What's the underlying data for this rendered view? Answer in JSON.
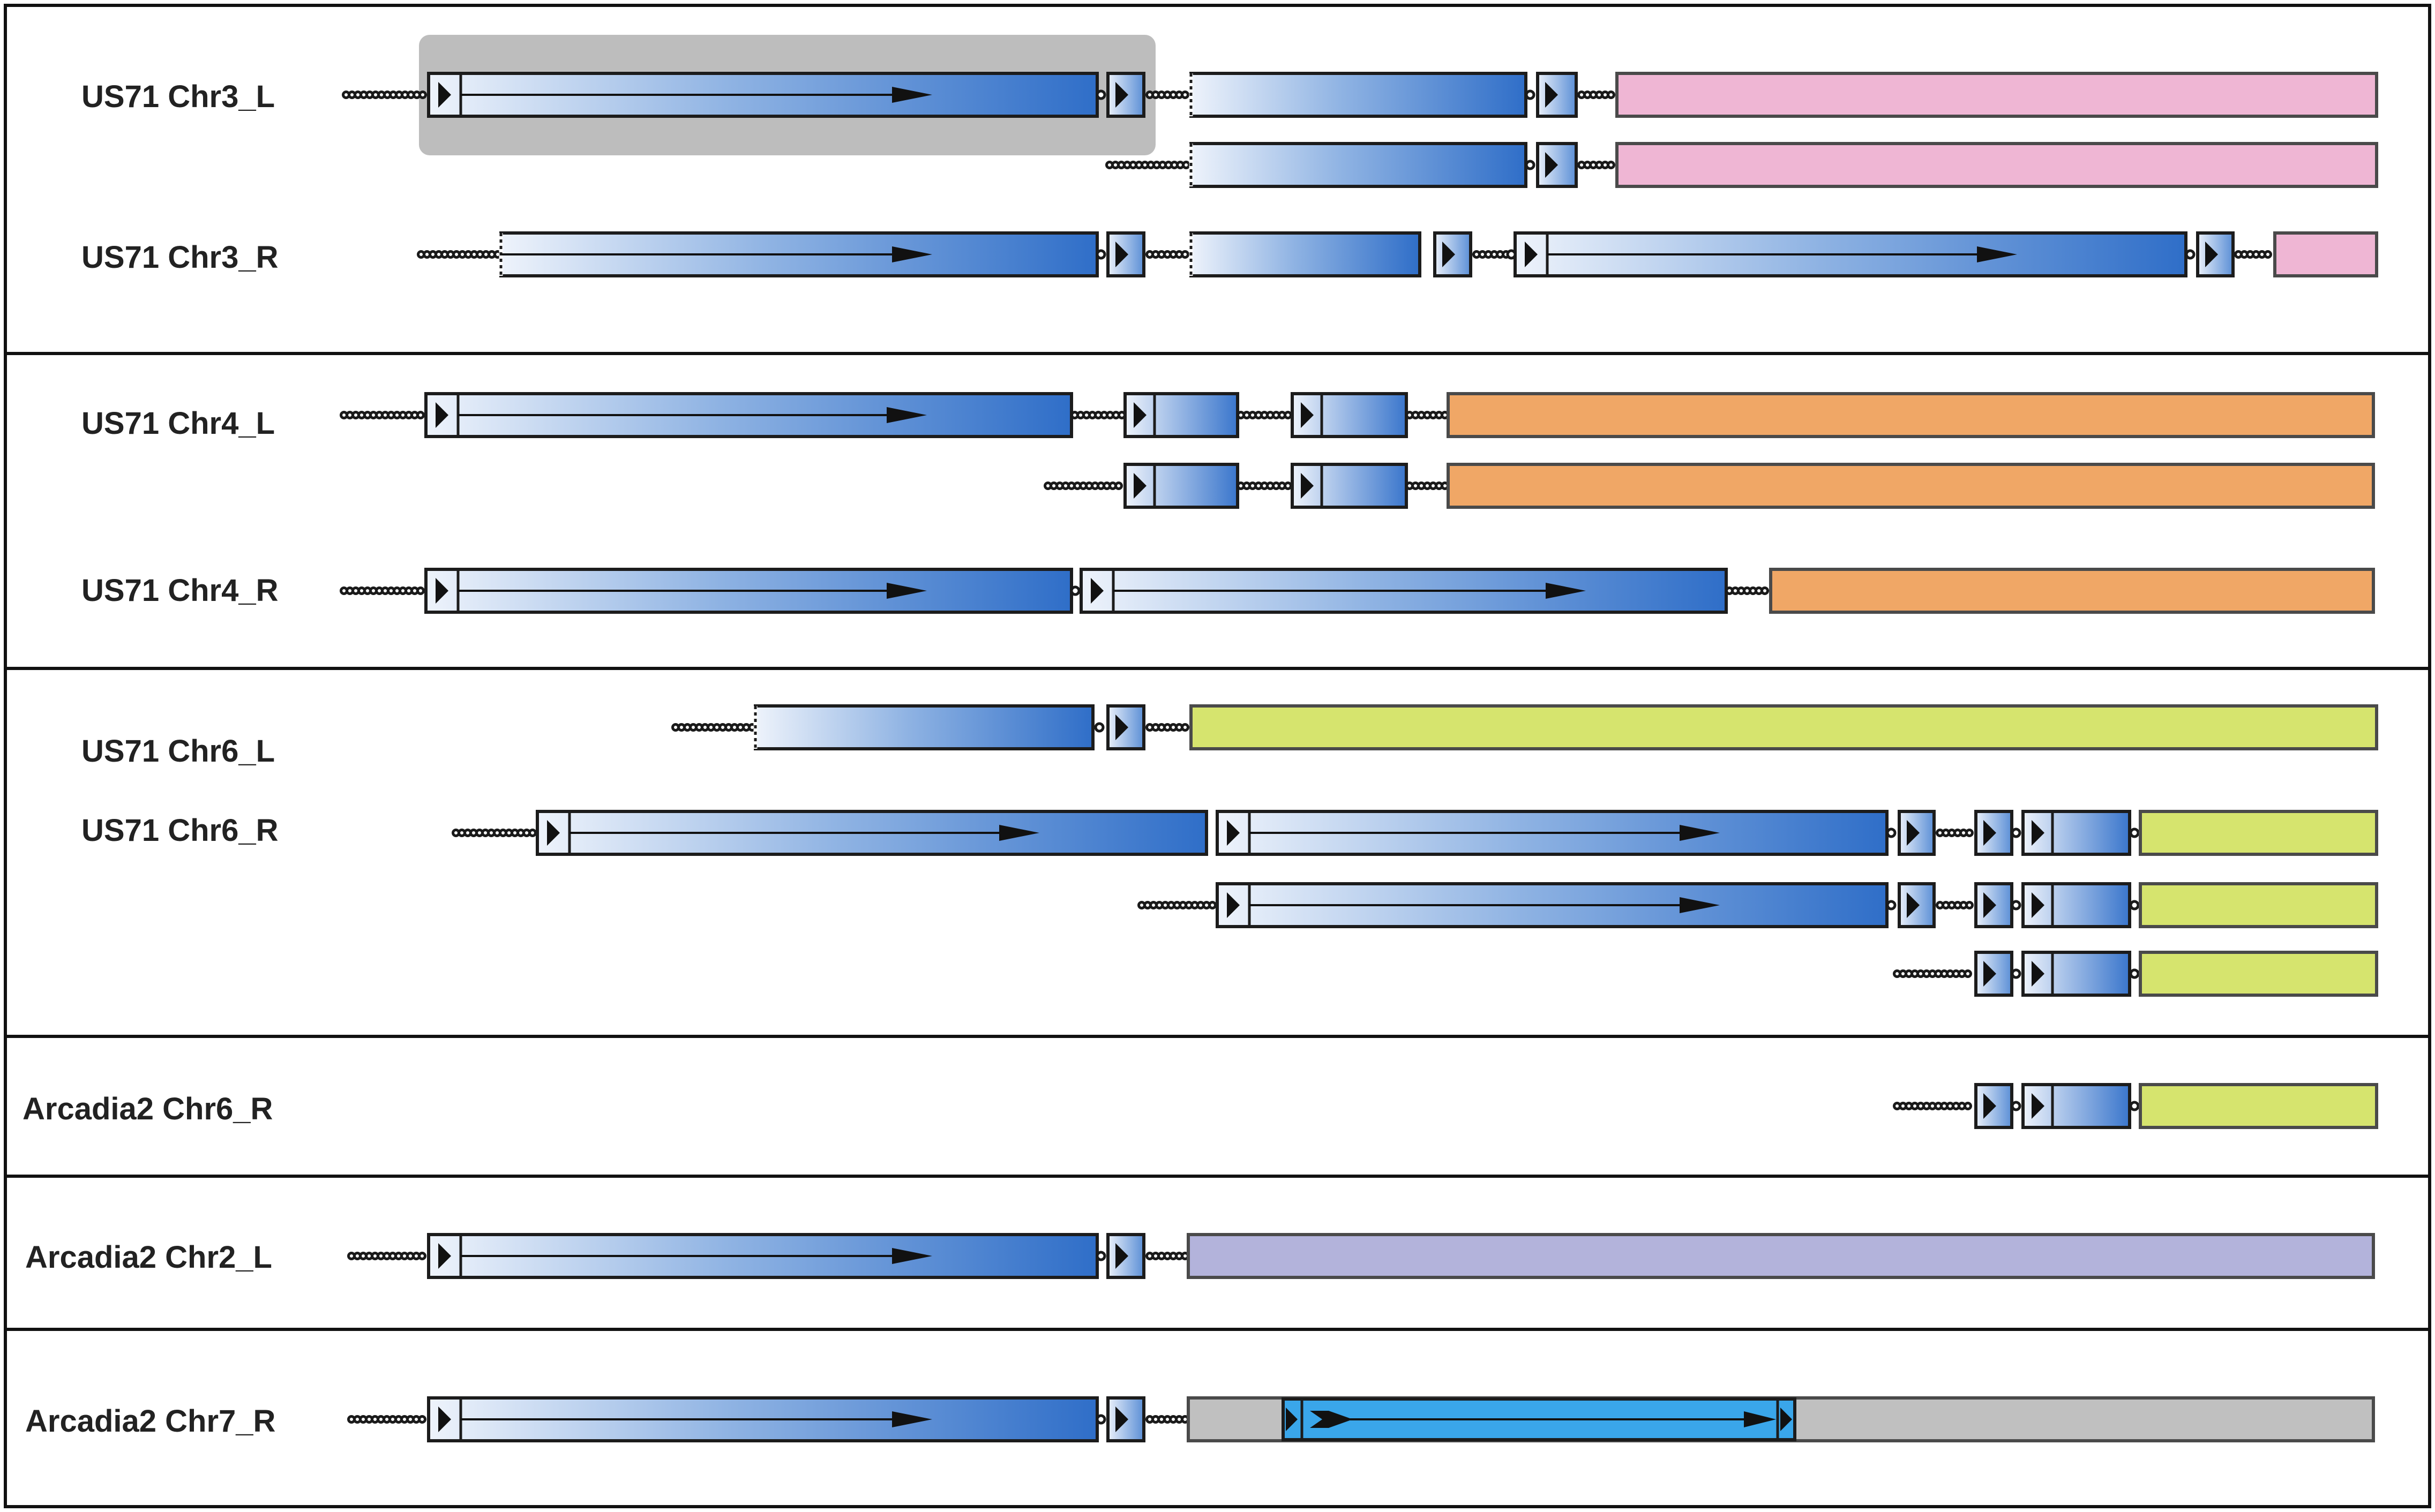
{
  "diagram": {
    "rows": [
      {
        "id": "us71-chr3-l",
        "label": "US71 Chr3_L"
      },
      {
        "id": "us71-chr3-l-b",
        "label": ""
      },
      {
        "id": "us71-chr3-r",
        "label": "US71 Chr3_R"
      },
      {
        "id": "us71-chr4-l",
        "label": "US71 Chr4_L"
      },
      {
        "id": "us71-chr4-l-b",
        "label": ""
      },
      {
        "id": "us71-chr4-r",
        "label": "US71 Chr4_R"
      },
      {
        "id": "us71-chr6-l",
        "label": "US71 Chr6_L"
      },
      {
        "id": "us71-chr6-r",
        "label": "US71 Chr6_R"
      },
      {
        "id": "us71-chr6-r-b",
        "label": ""
      },
      {
        "id": "us71-chr6-r-c",
        "label": ""
      },
      {
        "id": "arcadia2-chr6-r",
        "label": "Arcadia2 Chr6_R"
      },
      {
        "id": "arcadia2-chr2-l",
        "label": "Arcadia2 Chr2_L"
      },
      {
        "id": "arcadia2-chr7-r",
        "label": "Arcadia2 Chr7_R"
      }
    ],
    "colors": {
      "block_dark": "#2f6ec8",
      "block_light": "#eef3fb",
      "chr3_tail": "#efb6d4",
      "chr4_tail": "#f0a766",
      "chr6_tail": "#d6e46e",
      "chr2_tail": "#b3b3db",
      "chr7_tail": "#c0c0c0",
      "chr7_insert": "#3aa6ea",
      "highlight": "#bdbdbd",
      "outline": "#1c1c1c"
    }
  }
}
